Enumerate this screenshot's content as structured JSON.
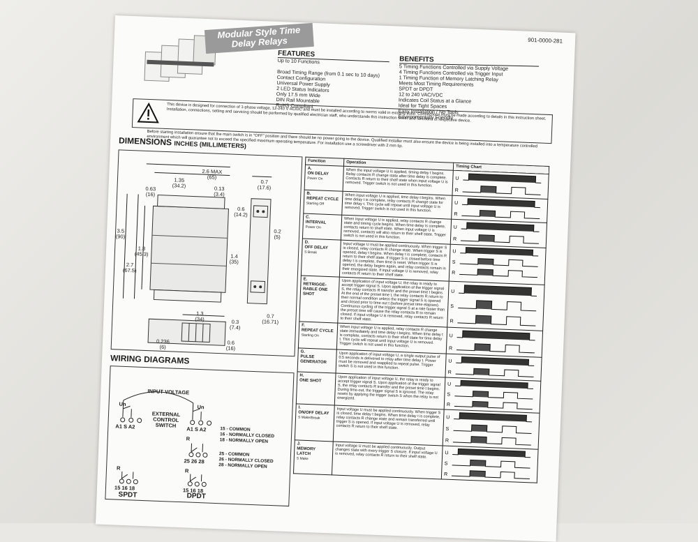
{
  "document_number": "901-0000-281",
  "banner_title": "Modular Style Time Delay Relays",
  "features": {
    "heading": "FEATURES",
    "items": [
      "Up to 10 Functions",
      "",
      "Broad Timing Range (from 0.1 sec to 10 days)",
      "Contact Configuration",
      "Universal Power Supply",
      "2 LED Status Indicators",
      "Only 17.5 mm Wide",
      "DIN Rail Mountable",
      "RoHS Compliant"
    ]
  },
  "benefits": {
    "heading": "BENEFITS",
    "items": [
      "5 Timing Functions Controlled via Supply Voltage",
      "4 Timing Functions Controlled via Trigger Input",
      "1 Timing Function of Memory Latching Relay",
      "Meets Most Timing Requirements",
      "SPDT or DPDT",
      "12 to 240 VAC/VDC",
      "Indicates Coil Status at a Glance",
      "Ideal for Tight Spaces",
      "Easy Installation / No Tools",
      "Environmentally Friendly"
    ]
  },
  "warning_text": "This device is designed for connection of 1-phase voltage, 12-240 V AC/DC and must be installed according to norms valid in existing state. Connections must be made according to details in this instruction sheet. Installation, connections, setting and servicing should be performed by qualified electrician staff, who understands this instruction sheet and functions of respective device.",
  "install_text": "Before starting installation ensure that the main switch is in \"OFF\" position and there should be no power going to the device. Qualified installer must also ensure the device is being installed into a temperature controlled environment which will guarantee not to exceed the specified maximum operating temperature. For installation use a screwdriver with 2 mm tip.",
  "dimensions": {
    "title": "DIMENSIONS",
    "units": "INCHES (MILLIMETERS)",
    "labels": {
      "width_max": "2.6 MAX",
      "width_max_mm": "(65)",
      "d135": "1.35",
      "d135_mm": "(34.2)",
      "d063": "0.63",
      "d063_mm": "(16)",
      "d013": "0.13",
      "d013_mm": "(3.4)",
      "d07": "0.7",
      "d07_mm": "(17.6)",
      "d06": "0.6",
      "d06_mm": "(14.2)",
      "d02": "0.2",
      "d02_mm": "(5)",
      "d35": "3.5",
      "d35_mm": "(90)",
      "d18": "1.8",
      "d18_mm": "(45.3)",
      "d14": "1.4",
      "d14_mm": "(35)",
      "d27": "2.7",
      "d27_mm": "(67.5)",
      "d03": "0.3",
      "d03_mm": "(7.4)",
      "d07b": "0.7",
      "d07b_mm": "(16.71)",
      "d13": "1.3",
      "d13_mm": "(34)",
      "d0236": "0.236",
      "d0236_mm": "(6)",
      "d06b": "0.6",
      "d06b_mm": "(16)"
    }
  },
  "wiring": {
    "title": "WIRING DIAGRAMS",
    "input_voltage": "INPUT VOLTAGE",
    "external_switch": "EXTERNAL CONTROL SWITCH",
    "un": "Un",
    "terminals_a": "A1 S A2",
    "terminals_b": "A1 S A2",
    "spdt_terms": "15 16 18",
    "dpdt_terms_top": "25 26 28",
    "dpdt_terms_bottom": "15 16 18",
    "r": "R",
    "legend_1": [
      "15 - COMMON",
      "16 - NORMALLY CLOSED",
      "18 - NORMALLY OPEN"
    ],
    "legend_2": [
      "25 - COMMON",
      "26 - NORMALLY CLOSED",
      "28 - NORMALLY OPEN"
    ],
    "spdt": "SPDT",
    "dpdt": "DPDT"
  },
  "function_table": {
    "headers": [
      "Function",
      "Operation",
      "Timing Chart"
    ],
    "rows": [
      {
        "code": "A.",
        "name": "ON DELAY",
        "sub": "Power On",
        "signals": [
          "U",
          "R"
        ],
        "op": "When the input voltage U is applied, timing delay t begins. Relay contacts R change state after time delay is complete. Contacts R return to their shelf state when input voltage U is removed. Trigger switch is not used in this function."
      },
      {
        "code": "B.",
        "name": "REPEAT CYCLE",
        "sub": "Starting Off",
        "signals": [
          "U",
          "R"
        ],
        "op": "When input voltage U is applied, time delay t begins. When time delay t is complete, relay contacts R change state for time delay t. This cycle will repeat until input voltage U is removed. Trigger switch is not used in this function."
      },
      {
        "code": "C.",
        "name": "INTERVAL",
        "sub": "Power On",
        "signals": [
          "U",
          "R"
        ],
        "op": "When input voltage U is applied, relay contacts R change state and timing cycle begins. When time delay is complete, contacts return to shelf state. When input voltage U is removed, contacts will also return to their shelf state. Trigger switch is not used in this function."
      },
      {
        "code": "D.",
        "name": "OFF DELAY",
        "sub": "S Break",
        "signals": [
          "U",
          "S",
          "R"
        ],
        "op": "Input voltage U must be applied continuously. When trigger S is closed, relay contacts R change state. When trigger S is opened, delay t begins. When delay t is complete, contacts R return to their shelf state. If trigger S is closed before time delay t is complete, then time is reset. When trigger S is opened, the delay begins again, and relay contacts remain in their energized state. If input voltage U is removed, relay contacts R return to their shelf state."
      },
      {
        "code": "E.",
        "name": "RETRIGGE-RABLE ONE SHOT",
        "sub": "",
        "signals": [
          "U",
          "S",
          "R"
        ],
        "op": "Upon application of input voltage U, the relay is ready to accept trigger signal S. Upon application of the trigger signal S, the relay contacts R transfer and the preset time t begins. At the end of the preset time t, the relay contacts R return to their normal condition unless the trigger signal S is opened and closed prior to time out t (before preset time elapses). Continuous cycling of the trigger signal S at a rate faster than the preset time will cause the relay contacts R to remain closed. If input voltage U is removed, relay contacts R return to their shelf state."
      },
      {
        "code": "F.",
        "name": "REPEAT CYCLE",
        "sub": "Starting On",
        "signals": [
          "U",
          "R"
        ],
        "op": "When input voltage U is applied, relay contacts R change state immediately and time delay t begins. When time delay t is complete, contacts return to their shelf state for time delay t. This cycle will repeat until input voltage U is removed. Trigger switch is not used in this function."
      },
      {
        "code": "G.",
        "name": "PULSE GENERATOR",
        "sub": "",
        "signals": [
          "U",
          "R"
        ],
        "op": "Upon application of input voltage U, a single output pulse of 0.5 seconds is delivered to relay after time delay t. Power must be removed and reapplied to repeat pulse. Trigger switch S is not used in this function."
      },
      {
        "code": "H.",
        "name": "ONE SHOT",
        "sub": "",
        "signals": [
          "U",
          "S",
          "R"
        ],
        "op": "Upon application of input voltage U, the relay is ready to accept trigger signal S. Upon application of the trigger signal S, the relay contacts R transfer and the preset time t begins. During time-out, the trigger signal S is ignored. The relay resets by applying the trigger switch S when the relay is not energized."
      },
      {
        "code": "I.",
        "name": "ON/OFF DELAY",
        "sub": "S Make/Break",
        "signals": [
          "U",
          "S",
          "R"
        ],
        "op": "Input voltage U must be applied continuously. When trigger S is closed, time delay t begins. When time delay t is complete, relay contacts R change state and remain transferred until trigger S is opened. If input voltage U is removed, relay contacts R return to their shelf state."
      },
      {
        "code": "J.",
        "name": "MEMORY LATCH",
        "sub": "S Make",
        "signals": [
          "U",
          "S",
          "R"
        ],
        "op": "Input voltage U must be applied continuously. Output changes state with every trigger S closure. If input voltage U is removed, relay contacts R return to their shelf state."
      }
    ]
  }
}
